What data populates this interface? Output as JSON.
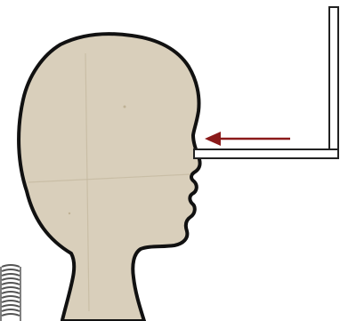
{
  "illustration": {
    "background_color": "#ffffff",
    "silhouette_fill": "#d9cfbb",
    "silhouette_outline": "#111111",
    "paper_fold_color": "#c8bda6",
    "arrow_color": "#8b1a1a",
    "frame_color": "#222222",
    "frame_inner_color": "#ffffff",
    "coil_color": "#555555",
    "icons": [
      "head-silhouette",
      "light-beam-arrow",
      "frame-bracket",
      "coil-spring"
    ]
  }
}
